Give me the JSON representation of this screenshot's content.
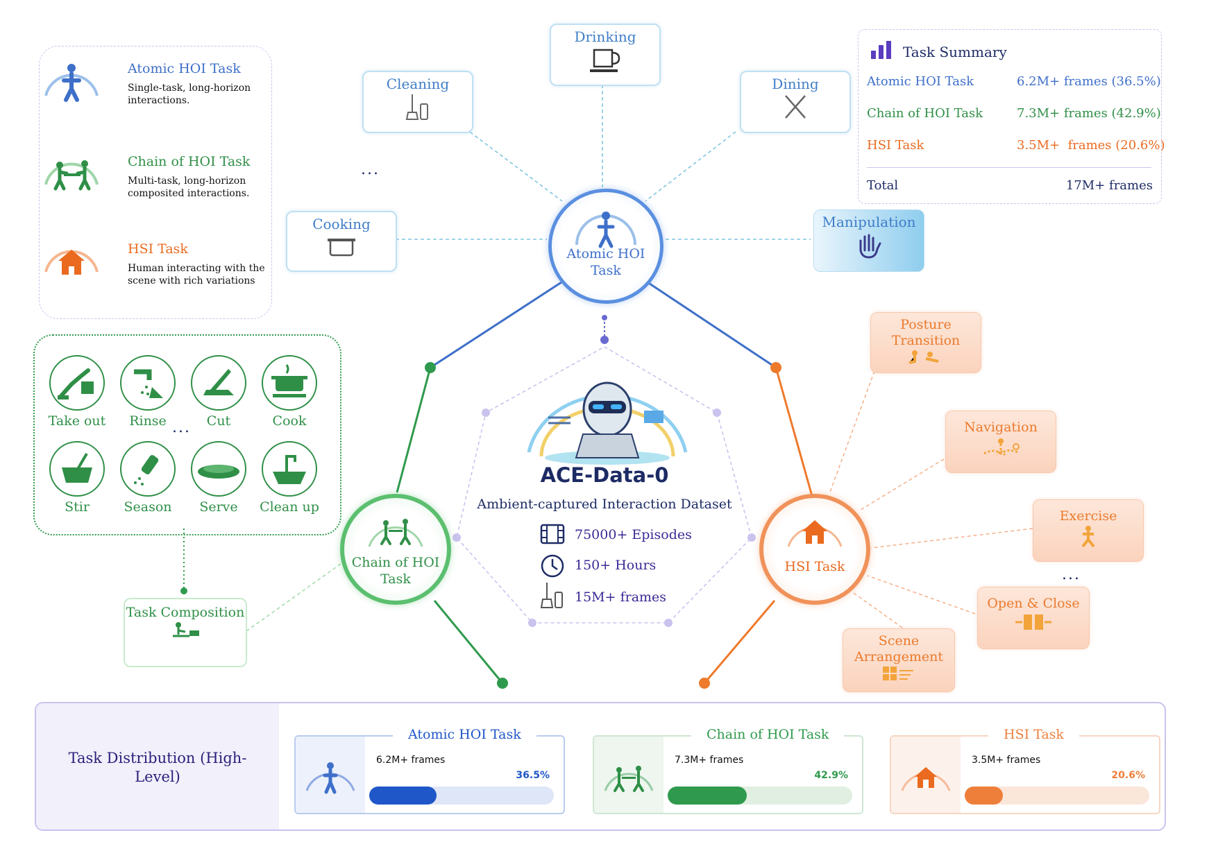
{
  "center": {
    "title": "ACE-Data-0",
    "subtitle": "Ambient-captured Interaction Dataset",
    "stats": [
      "75000+ Episodes",
      "150+ Hours",
      "15M+ frames"
    ]
  },
  "legend": {
    "items": [
      {
        "title": "Atomic HOI Task",
        "desc": "Single-task, long-horizon interactions.",
        "color": "#3e6fc9"
      },
      {
        "title": "Chain of HOI Task",
        "desc": "Multi-task, long-horizon composited interactions.",
        "color": "#2f8f47"
      },
      {
        "title": "HSI Task",
        "desc": "Human interacting with the scene with rich variations",
        "color": "#ea6a1f"
      }
    ]
  },
  "hubs": {
    "atomic": "Atomic HOI Task",
    "chain": "Chain of HOI Task",
    "hsi": "HSI Task"
  },
  "atomic_branches": [
    "Cleaning",
    "Drinking",
    "Dining",
    "Cooking",
    "Manipulation"
  ],
  "hsi_branches": [
    "Posture Transition",
    "Navigation",
    "Exercise",
    "Open & Close",
    "Scene Arrangement"
  ],
  "chain_actions": [
    "Take out",
    "Rinse",
    "Cut",
    "Cook",
    "Stir",
    "Season",
    "Serve",
    "Clean up"
  ],
  "task_composition": "Task Composition",
  "ellipsis": "...",
  "summary": {
    "title": "Task Summary",
    "rows": [
      {
        "label": "Atomic HOI Task",
        "value": "6.2M+ frames (36.5%)",
        "color": "#3e6fc9"
      },
      {
        "label": "Chain of HOI Task",
        "value": "7.3M+ frames (42.9%)",
        "color": "#2f8f47"
      },
      {
        "label": "HSI Task",
        "value": "3.5M+  frames (20.6%)",
        "color": "#ea6a1f"
      }
    ],
    "total_label": "Total",
    "total_value": "17M+ frames"
  },
  "distribution": {
    "title": "Task Distribution (High-Level)",
    "cards": [
      {
        "name": "Atomic HOI Task",
        "frames": "6.2M+ frames",
        "percent_label": "36.5%",
        "percent": 36.5,
        "color": "#1f57c8",
        "track": "#dfe6f7"
      },
      {
        "name": "Chain of HOI Task",
        "frames": "7.3M+ frames",
        "percent_label": "42.9%",
        "percent": 42.9,
        "color": "#2f9a4d",
        "track": "#e0efe2"
      },
      {
        "name": "HSI Task",
        "frames": "3.5M+ frames",
        "percent_label": "20.6%",
        "percent": 20.6,
        "color": "#ee7f3b",
        "track": "#fbe6da"
      }
    ]
  }
}
